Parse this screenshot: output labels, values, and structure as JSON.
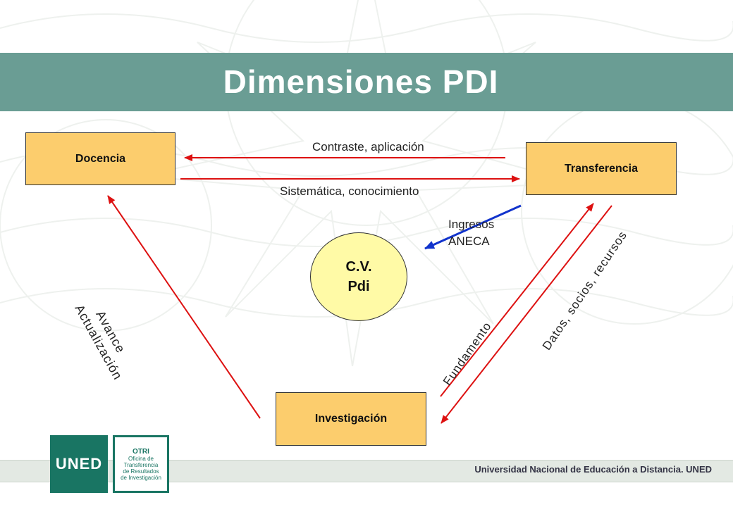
{
  "slide": {
    "title": "Dimensiones PDI"
  },
  "nodes": {
    "docencia": "Docencia",
    "transferencia": "Transferencia",
    "investigacion": "Investigación",
    "center_line1": "C.V.",
    "center_line2": "Pdi"
  },
  "edges": {
    "contraste": "Contraste, aplicación",
    "sistematica": "Sistemática, conocimiento",
    "ingresos_line1": "Ingresos",
    "ingresos_line2": "ANECA",
    "avance_line1": "Avance",
    "avance_line2": "Actualización",
    "fundamento": "Fundamento",
    "datos": "Datos, socios, recursos"
  },
  "footer": {
    "institution": "Universidad Nacional de Educación a Distancia. UNED",
    "logo_uned": "UNED",
    "otri_title": "OTRI",
    "otri_subtitle": "Oficina de\nTransferencia\nde Resultados\nde Investigación"
  },
  "colors": {
    "title_band": "#6a9d94",
    "box_fill": "#fccd6d",
    "ellipse_fill": "#fffaa6",
    "arrow_red": "#dd1111",
    "arrow_blue": "#1133cc",
    "logo_green": "#197563"
  }
}
